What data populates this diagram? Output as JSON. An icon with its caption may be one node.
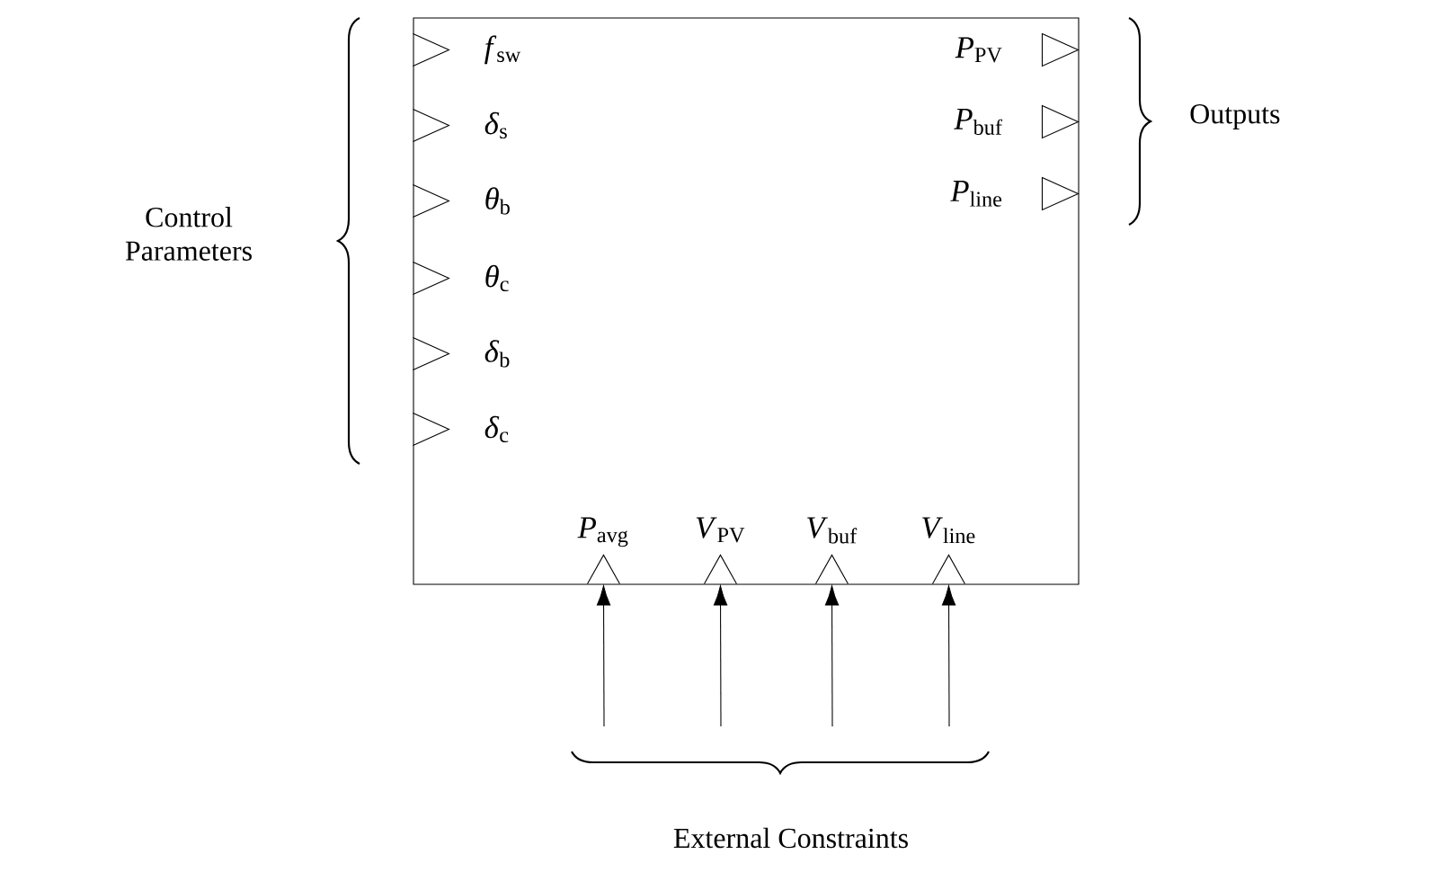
{
  "diagram": {
    "nodes": [
      {
        "text": [],
        "shape": "box"
      },
      {
        "text": [
          "*f*$_{sw}$"
        ],
        "in": 0
      },
      {
        "text": [
          "*δ*$_{s}$"
        ],
        "in": 0
      },
      {
        "text": [
          "*θ*$_{b}$"
        ],
        "in": 0
      },
      {
        "text": [
          "*θ*$_{c}$"
        ],
        "in": 0
      },
      {
        "text": [
          "*δ*$_{b}$"
        ],
        "in": 0
      },
      {
        "text": [
          "*δ*$_{c}$"
        ],
        "in": 0
      },
      {
        "text": [
          "*P*$_{PV}$"
        ],
        "in": 0
      },
      {
        "text": [
          "*P*$_{buf}$"
        ],
        "in": 0
      },
      {
        "text": [
          "*P*$_{line}$"
        ],
        "in": 0
      },
      {
        "text": [
          "*P*$_{avg}$"
        ],
        "in": 0
      },
      {
        "text": [
          "*V*$_{PV}$"
        ],
        "in": 0
      },
      {
        "text": [
          "*V*$_{buf}$"
        ],
        "in": 0
      },
      {
        "text": [
          "*V*$_{line}$"
        ],
        "in": 0
      }
    ],
    "edges": [
      {
        "from": null,
        "to": 10,
        "arrow": "to"
      },
      {
        "from": null,
        "to": 11,
        "arrow": "to"
      },
      {
        "from": null,
        "to": 12,
        "arrow": "to"
      },
      {
        "from": null,
        "to": 13,
        "arrow": "to"
      }
    ],
    "labels": [
      "Control Parameters",
      "Outputs",
      "External Constraints"
    ]
  }
}
